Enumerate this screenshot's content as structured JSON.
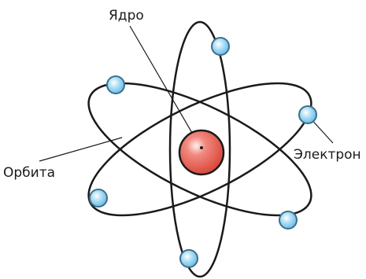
{
  "labels": {
    "nucleus": "Ядро",
    "orbit": "Орбита",
    "electron": "Электрон"
  },
  "colors": {
    "orbit_stroke": "#1a1a1a",
    "nucleus_fill": "#e65e55",
    "nucleus_stroke": "#1a1a1a",
    "electron_fill": "#8ecff0",
    "electron_stroke": "#3c6f8a"
  },
  "icons": {
    "nucleus": "red-sphere",
    "electron": "blue-sphere"
  }
}
